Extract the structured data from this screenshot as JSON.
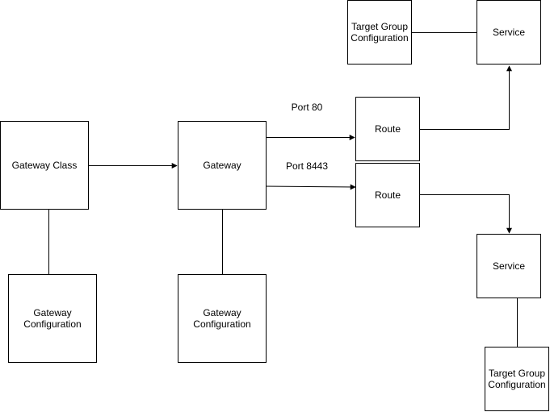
{
  "diagram": {
    "nodes": {
      "gateway_class": {
        "label": "Gateway Class"
      },
      "gateway_class_config": {
        "line1": "Gateway",
        "line2": "Configuration"
      },
      "gateway": {
        "label": "Gateway"
      },
      "gateway_config": {
        "line1": "Gateway",
        "line2": "Configuration"
      },
      "route_80": {
        "label": "Route"
      },
      "route_8443": {
        "label": "Route"
      },
      "target_group_top": {
        "line1": "Target Group",
        "line2": "Configuration"
      },
      "service_top": {
        "label": "Service"
      },
      "service_bottom": {
        "label": "Service"
      },
      "target_group_bottom": {
        "line1": "Target Group",
        "line2": "Configuration"
      }
    },
    "edge_labels": {
      "port_80": "Port 80",
      "port_8443": "Port 8443"
    },
    "colors": {
      "stroke": "#000000",
      "fill": "#ffffff",
      "text": "#000000"
    }
  }
}
